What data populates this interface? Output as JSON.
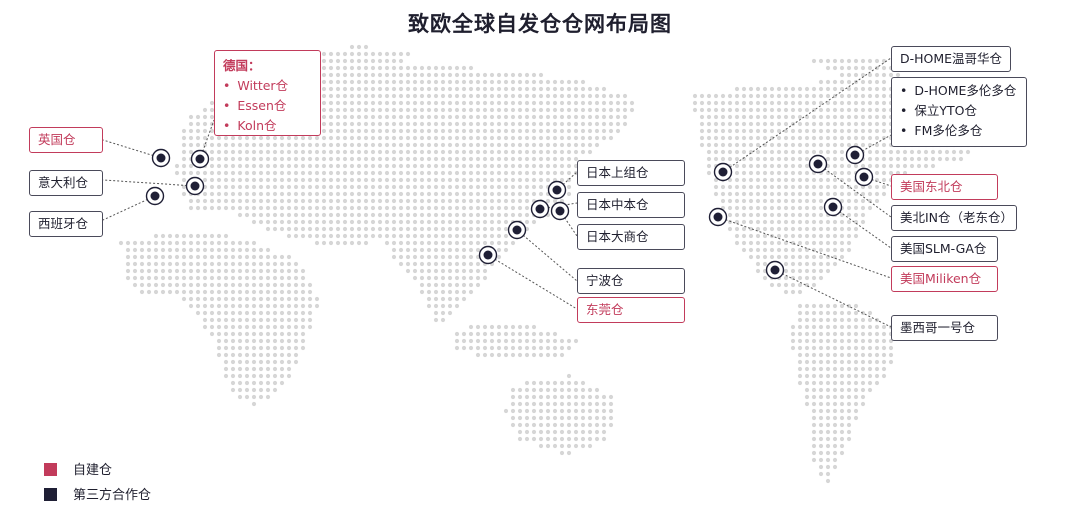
{
  "title": "致欧全球自发仓仓网布局图",
  "colors": {
    "own": "#c23b5b",
    "partner": "#1f1f35",
    "dot_map": "#d6d6d6",
    "marker": "#1f1f35"
  },
  "labels": {
    "uk": "英国仓",
    "italy": "意大利仓",
    "spain": "西班牙仓",
    "jp_shanggumi": "日本上组仓",
    "jp_zhongben": "日本中本仓",
    "jp_dashang": "日本大商仓",
    "ningbo": "宁波仓",
    "dongguan": "东莞仓",
    "dhome_vancouver": "D-HOME温哥华仓",
    "us_northeast": "美国东北仓",
    "us_in": "美北IN仓（老东仓）",
    "us_slm": "美国SLM-GA仓",
    "us_miliken": "美国Miliken仓",
    "mexico": "墨西哥一号仓"
  },
  "germany": {
    "title": "德国：",
    "items": [
      "Witter仓",
      "Essen仓",
      "Koln仓"
    ]
  },
  "toronto": {
    "items": [
      "D-HOME多伦多仓",
      "保立YTO仓",
      "FM多伦多仓"
    ]
  },
  "legend": {
    "own": "自建仓",
    "partner": "第三方合作仓"
  }
}
